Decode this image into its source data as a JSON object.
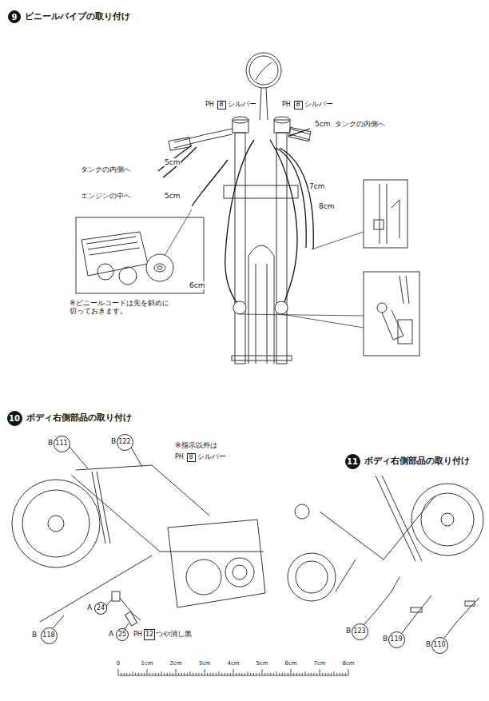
{
  "diagram": {
    "nodes": [
      {
        "text": [
          "9",
          "ビニールパイプの取り付け"
        ]
      },
      {
        "text": [
          "8"
        ]
      },
      {
        "text": [
          "8"
        ]
      },
      {
        "text": [
          "10",
          "ボディ右側部品の取り付け"
        ]
      },
      {
        "text": [
          "111"
        ]
      },
      {
        "text": [
          "122"
        ]
      },
      {
        "text": [
          "8"
        ]
      },
      {
        "text": [
          "118"
        ]
      },
      {
        "text": [
          "24"
        ]
      },
      {
        "text": [
          "25"
        ]
      },
      {
        "text": [
          "12"
        ]
      },
      {
        "text": [
          "11",
          "ボディ右側部品の取り付け"
        ]
      },
      {
        "text": [
          "123"
        ]
      },
      {
        "text": [
          "119"
        ]
      },
      {
        "text": [
          "110"
        ]
      }
    ],
    "labels": [
      "PH",
      "シルバー",
      "PH",
      "シルバー",
      "5cm",
      "タンクの内側へ",
      "タンクの内側へ",
      "5cm",
      "エンジンの中へ",
      "5cm",
      "7cm",
      "8cm",
      "6cm",
      "※ビニールコードは先を斜めに 切っておきます。",
      "B",
      "B",
      "※指示以外は",
      "PH",
      "シルバー",
      "B",
      "A",
      "A",
      "PH",
      "つや消し黒",
      "B",
      "B",
      "B",
      "0",
      "1cm",
      "2cm",
      "3cm",
      "4cm",
      "5cm",
      "6cm",
      "7cm",
      "8cm"
    ]
  }
}
